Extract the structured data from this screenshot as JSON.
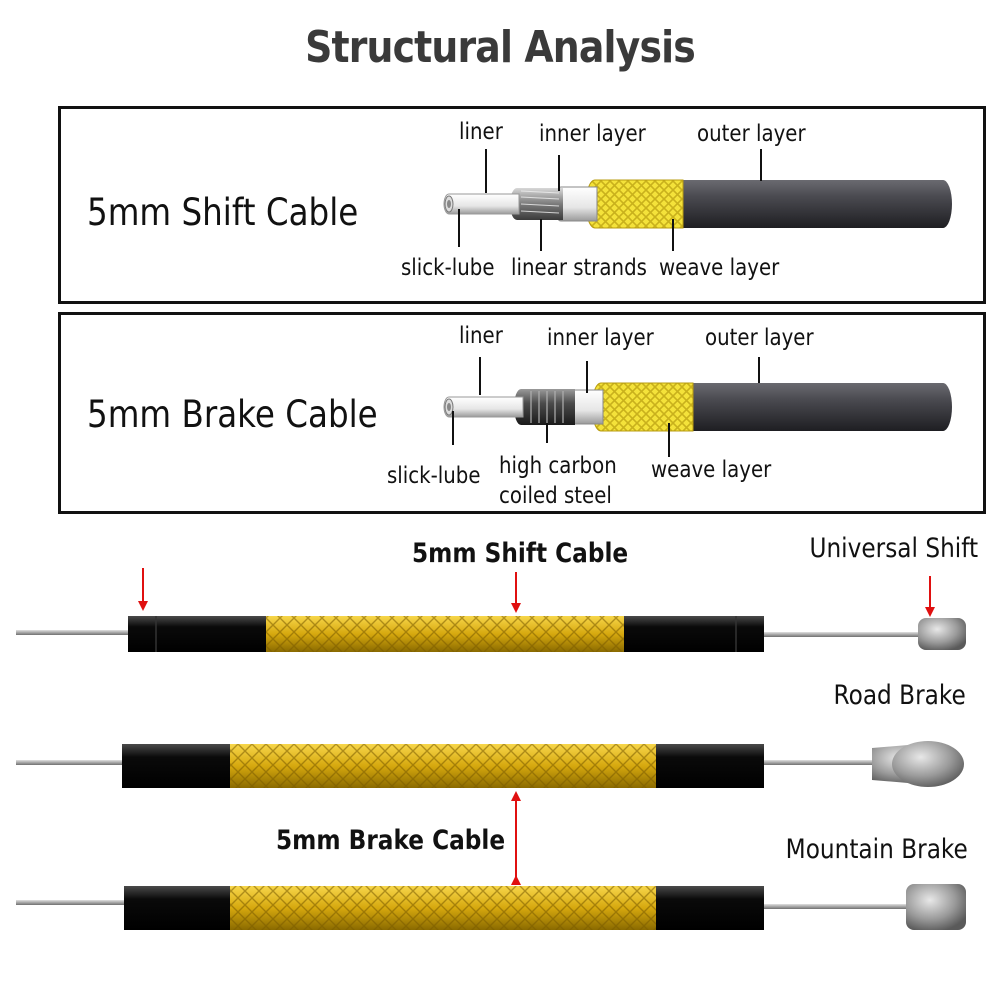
{
  "title": "Structural Analysis",
  "shift_panel": {
    "title": "5mm Shift Cable",
    "labels": {
      "liner": "liner",
      "inner_layer": "inner layer",
      "outer_layer": "outer layer",
      "slick_lube": "slick-lube",
      "linear_strands": "linear strands",
      "weave_layer": "weave layer"
    }
  },
  "brake_panel": {
    "title": "5mm Brake Cable",
    "labels": {
      "liner": "liner",
      "inner_layer": "inner layer",
      "outer_layer": "outer layer",
      "slick_lube": "slick-lube",
      "steel_line1": "high carbon",
      "steel_line2": "coiled steel",
      "weave_layer": "weave layer"
    }
  },
  "bottom": {
    "shift_cable_label": "5mm Shift Cable",
    "brake_cable_label": "5mm Brake Cable",
    "universal_shift": "Universal Shift",
    "road_brake": "Road Brake",
    "mountain_brake": "Mountain Brake"
  },
  "colors": {
    "weave_yellow": "#e8c21a",
    "jacket_dark": "#3e3e42",
    "arrow_red": "#e01010",
    "end_cap_black": "#0a0a0a",
    "wire_gray": "#a8a8a8"
  }
}
